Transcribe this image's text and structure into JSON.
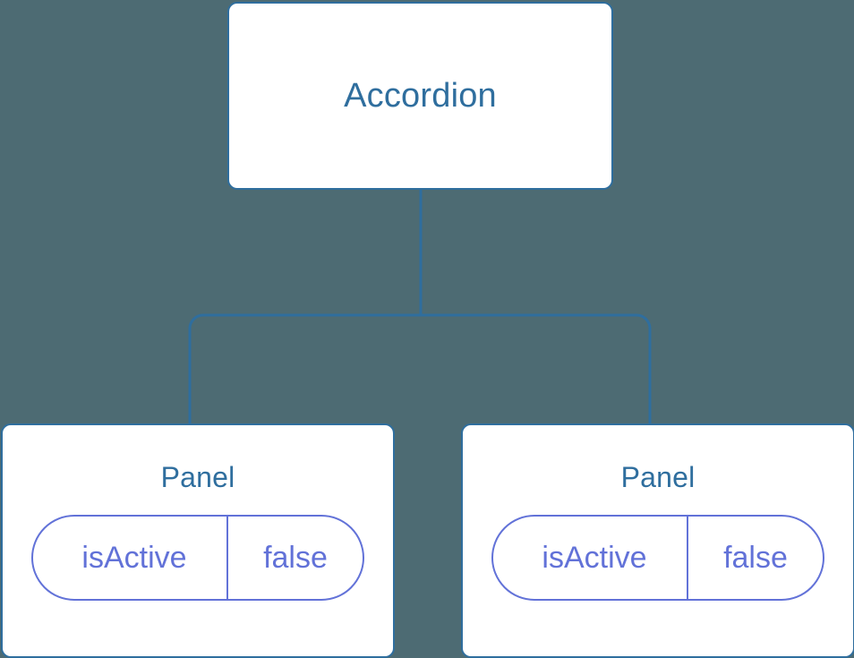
{
  "diagram": {
    "type": "component-tree",
    "background_color": "#4d6b73",
    "node_border_color": "#2f6e9e",
    "node_fill_color": "#ffffff",
    "node_label_color": "#2f6e9e",
    "edge_color": "#2f6e9e",
    "state_accent_color": "#6272d8"
  },
  "root": {
    "label": "Accordion"
  },
  "children": [
    {
      "label": "Panel",
      "state": {
        "key": "isActive",
        "value": "false"
      }
    },
    {
      "label": "Panel",
      "state": {
        "key": "isActive",
        "value": "false"
      }
    }
  ]
}
